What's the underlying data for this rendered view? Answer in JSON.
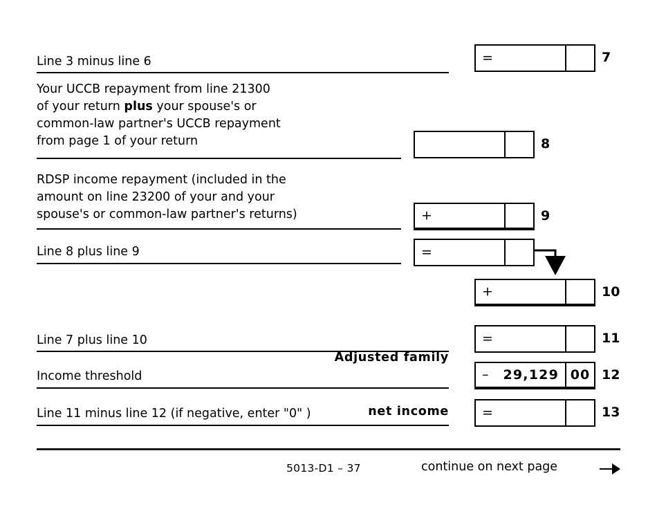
{
  "form": {
    "footer_code": "5013-D1 – 37",
    "footer_continue": "continue on next page",
    "footer_arrow_icon": "right-arrow-icon"
  },
  "rows": [
    {
      "id": "line7",
      "label": "Line 3 minus line 6",
      "operator": "=",
      "amount": "",
      "cents": "",
      "number": "7"
    },
    {
      "id": "line8",
      "label_line1": "Your UCCB repayment from line 21300",
      "label_line2_a": "of your return ",
      "label_line2_bold": "plus",
      "label_line2_b": " your spouse's or",
      "label_line3": "common-law partner's UCCB repayment",
      "label_line4": "from page 1 of your return",
      "operator": "",
      "amount": "",
      "cents": "",
      "number": "8"
    },
    {
      "id": "line9",
      "label_line1": "RDSP income repayment (included in the",
      "label_line2": "amount on line 23200 of your and your",
      "label_line3": "spouse's or common-law partner's returns)",
      "operator": "+",
      "amount": "",
      "cents": "",
      "number": "9"
    },
    {
      "id": "line8plus9",
      "label": "Line 8 plus line 9",
      "operator": "=",
      "amount": "",
      "cents": "",
      "number": ""
    },
    {
      "id": "line10",
      "label": "",
      "operator": "+",
      "amount": "",
      "cents": "",
      "number": "10"
    },
    {
      "id": "line11",
      "label": "Line 7 plus line 10",
      "caption_line1": "Adjusted family",
      "caption_line2": "net income",
      "operator": "=",
      "amount": "",
      "cents": "",
      "number": "11"
    },
    {
      "id": "line12",
      "label": "Income threshold",
      "operator": "–",
      "amount": "29,129",
      "cents": "00",
      "number": "12"
    },
    {
      "id": "line13",
      "label": "Line 11 minus line 12 (if negative, enter \"0\" )",
      "operator": "=",
      "amount": "",
      "cents": "",
      "number": "13"
    }
  ]
}
